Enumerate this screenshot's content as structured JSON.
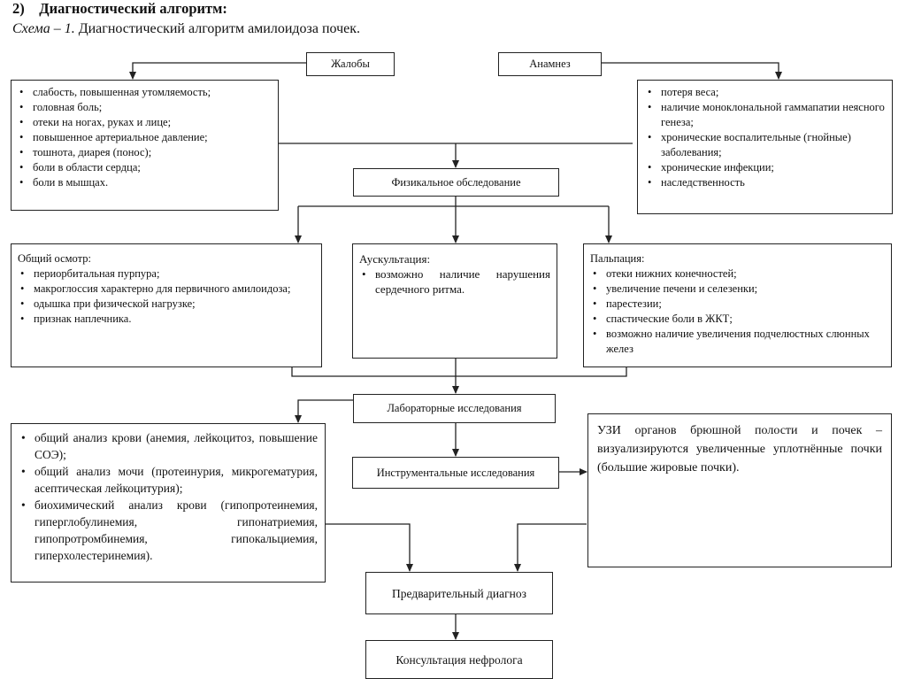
{
  "heading": {
    "num": "2)",
    "text": "Диагностический алгоритм",
    "colon": ":"
  },
  "caption": {
    "label": "Схема – 1.",
    "text": " Диагностический алгоритм амилоидоза почек."
  },
  "nodes": {
    "complaints": "Жалобы",
    "anamnesis": "Анамнез",
    "physical": "Физикальное обследование",
    "lab": "Лабораторные исследования",
    "instrumental": "Инструментальные исследования",
    "prelim": "Предварительный диагноз",
    "nephro": "Консультация нефролога"
  },
  "complaints_list": [
    "слабость, повышенная утомляемость;",
    "головная боль;",
    "отеки на ногах, руках и лице;",
    "повышенное артериальное давление;",
    "тошнота, диарея (понос);",
    "боли в области сердца;",
    "боли в мышцах."
  ],
  "anamnesis_list": [
    "потеря веса;",
    "наличие моноклональной гаммапатии неясного генеза;",
    "хронические воспалительные (гнойные) заболевания;",
    "хронические инфекции;",
    "наследственность"
  ],
  "exam": {
    "title": "Общий осмотр:",
    "items": [
      "периорбитальная пурпура;",
      "макроглоссия характерно для первичного амилоидоза;",
      "одышка при физической нагрузке;",
      "признак наплечника."
    ]
  },
  "auscultation": {
    "title": "Аускультация:",
    "items": [
      "возможно наличие нарушения сердечного ритма."
    ]
  },
  "palpation": {
    "title": "Пальпация:",
    "items": [
      "отеки нижних конечностей;",
      "увеличение печени и селезенки;",
      "парестезии;",
      "спастические боли в ЖКТ;",
      "возможно наличие увеличения подчелюстных слюнных желез"
    ]
  },
  "lab_list": [
    "общий анализ крови (анемия, лейкоцитоз, повышение СОЭ);",
    "общий анализ мочи (протеинурия, микрогематурия, асептическая лейкоцитурия);",
    "биохимический анализ крови (гипопротеинемия, гиперглобулинемия, гипонатриемия, гипопротромбинемия, гипокальциемия, гиперхолестеринемия)."
  ],
  "ultrasound": "УЗИ органов брюшной полости и почек – визуализируются увеличенные уплотнённые почки (большие жировые почки)."
}
